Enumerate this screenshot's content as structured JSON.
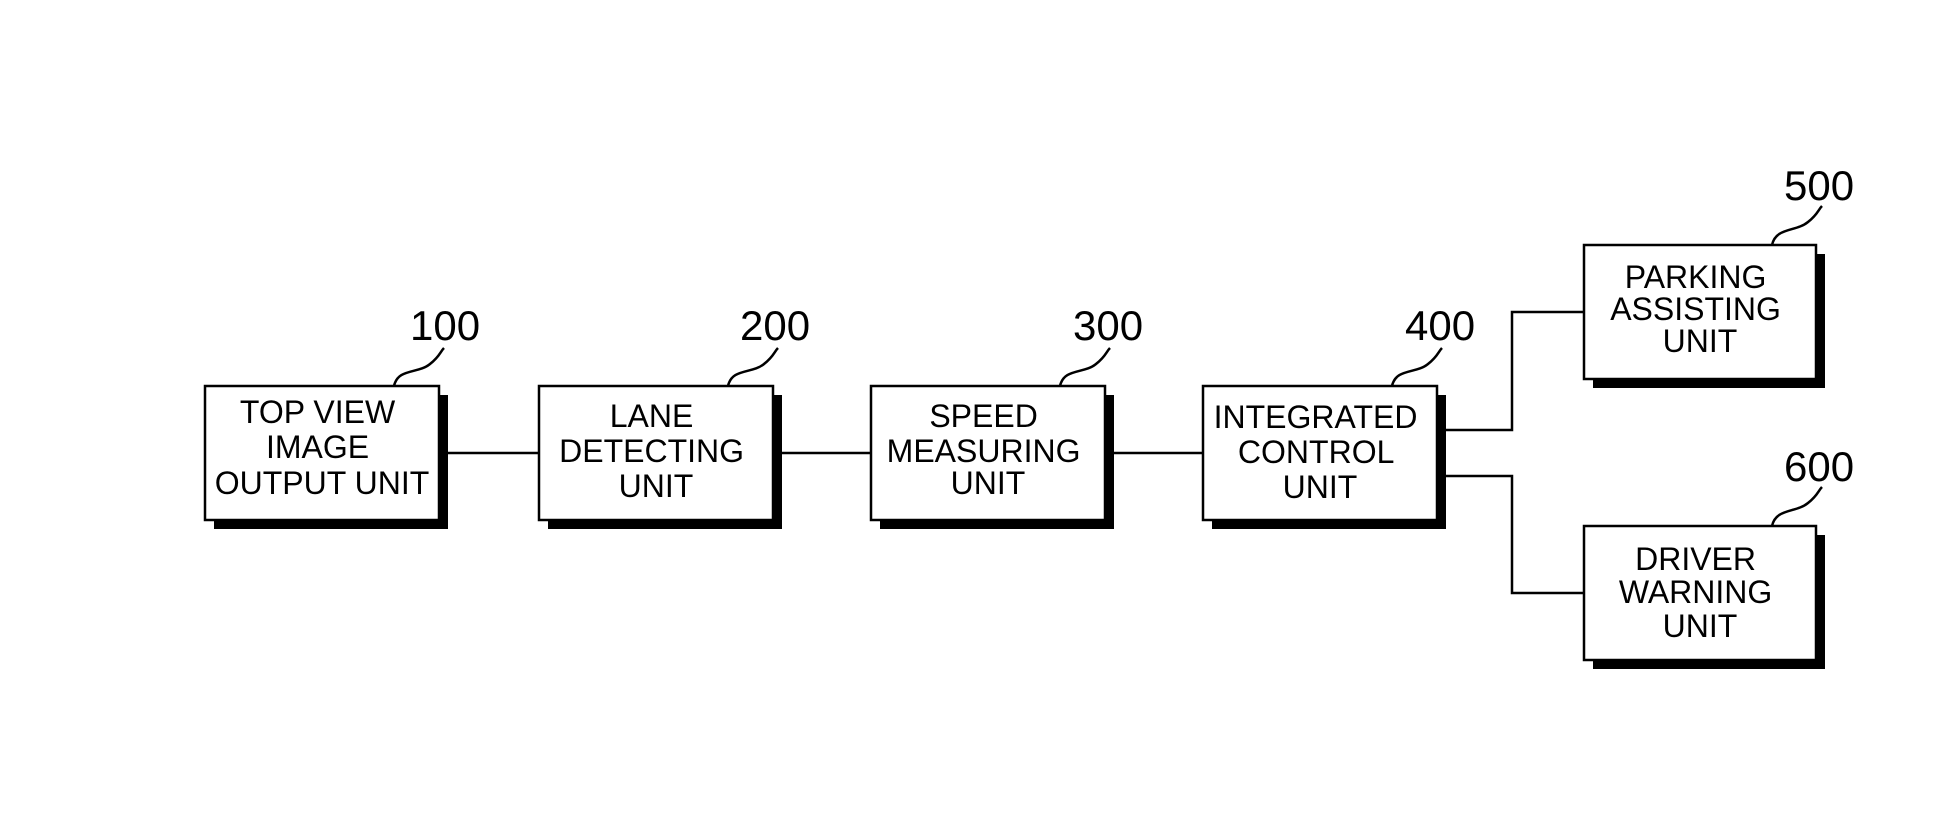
{
  "blocks": [
    {
      "id": "b100",
      "ref": "100",
      "lines": [
        "TOP VIEW",
        "IMAGE",
        "OUTPUT UNIT"
      ]
    },
    {
      "id": "b200",
      "ref": "200",
      "lines": [
        "LANE",
        "DETECTING",
        "UNIT"
      ]
    },
    {
      "id": "b300",
      "ref": "300",
      "lines": [
        "SPEED",
        "MEASURING",
        "UNIT"
      ]
    },
    {
      "id": "b400",
      "ref": "400",
      "lines": [
        "INTEGRATED",
        "CONTROL",
        "UNIT"
      ]
    },
    {
      "id": "b500",
      "ref": "500",
      "lines": [
        "PARKING",
        "ASSISTING",
        "UNIT"
      ]
    },
    {
      "id": "b600",
      "ref": "600",
      "lines": [
        "DRIVER",
        "WARNING",
        "UNIT"
      ]
    }
  ]
}
